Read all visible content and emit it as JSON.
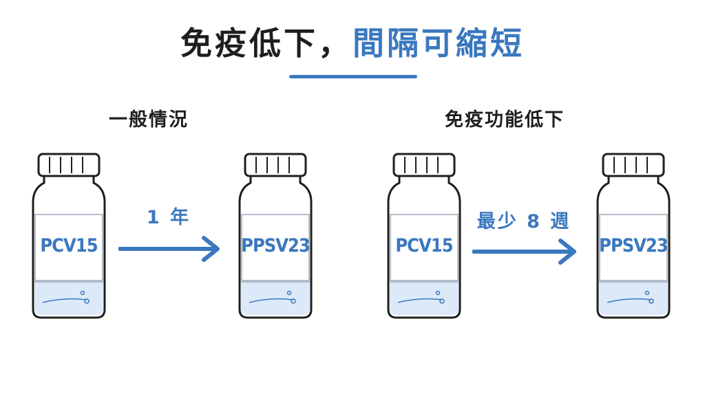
{
  "title": {
    "part1": "免疫低下，",
    "part2": "間隔可縮短"
  },
  "colors": {
    "accent": "#3a78bf",
    "text": "#1e1e1e",
    "liquid": "#dce9f8"
  },
  "groups": [
    {
      "label": "一般情況",
      "first_vaccine": "PCV15",
      "interval": "1 年",
      "second_vaccine": "PPSV23"
    },
    {
      "label": "免疫功能低下",
      "first_vaccine": "PCV15",
      "interval": "最少 8 週",
      "second_vaccine": "PPSV23"
    }
  ],
  "icons": [
    "vial-icon",
    "arrow-right-icon"
  ]
}
